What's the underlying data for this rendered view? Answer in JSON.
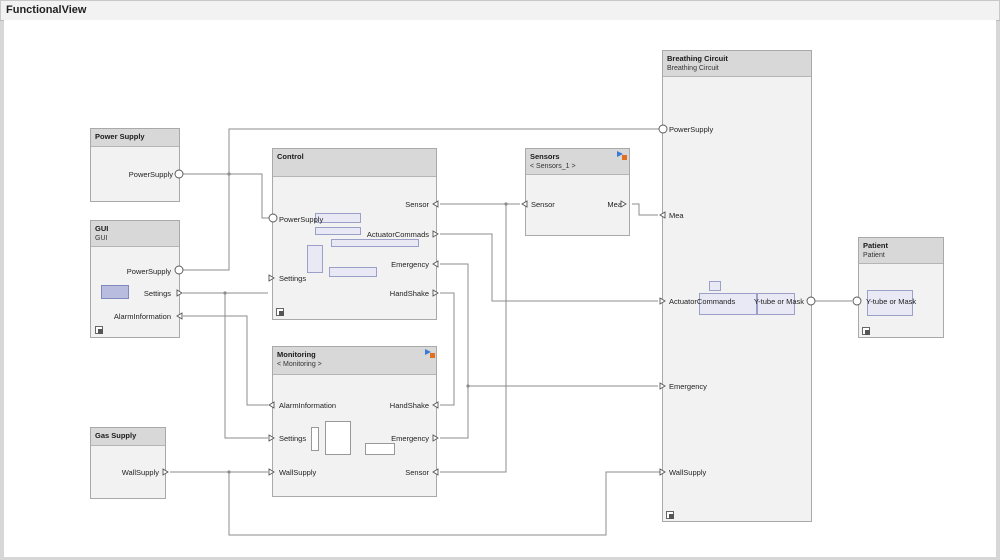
{
  "window": {
    "title": "FunctionalView"
  },
  "blocks": {
    "power_supply": {
      "name": "Power Supply",
      "ports": {
        "power": "PowerSupply"
      }
    },
    "gui": {
      "name": "GUI",
      "sub": "GUI",
      "ports": {
        "power": "PowerSupply",
        "settings": "Settings",
        "alarm": "AlarmInformation"
      }
    },
    "gas_supply": {
      "name": "Gas Supply",
      "ports": {
        "wall": "WallSupply"
      }
    },
    "control": {
      "name": "Control",
      "ports": {
        "power": "PowerSupply",
        "settings": "Settings",
        "sensor": "Sensor",
        "actuator": "ActuatorCommads",
        "emergency": "Emergency",
        "handshake": "HandShake"
      }
    },
    "monitoring": {
      "name": "Monitoring",
      "sub": "< Monitoring >",
      "ports": {
        "alarm": "AlarmInformation",
        "settings": "Settings",
        "wall": "WallSupply",
        "handshake": "HandShake",
        "emergency": "Emergency",
        "sensor": "Sensor"
      }
    },
    "sensors": {
      "name": "Sensors",
      "sub": "< Sensors_1 >",
      "ports": {
        "sensor": "Sensor",
        "mea": "Mea"
      }
    },
    "breathing": {
      "name": "Breathing Circuit",
      "sub": "Breathing Circuit",
      "ports": {
        "power": "PowerSupply",
        "mea": "Mea",
        "actuator": "ActuatorCommands",
        "ytube": "Y-tube or Mask",
        "emergency": "Emergency",
        "wall": "WallSupply"
      }
    },
    "patient": {
      "name": "Patient",
      "sub": "Patient",
      "ports": {
        "ytube": "Y-tube or Mask"
      }
    }
  },
  "icons": {
    "subsystem": "subsystem-icon",
    "reference": "model-reference-icon"
  },
  "colors": {
    "block_fill": "#f2f2f2",
    "block_header": "#d8d8d8",
    "wire": "#8c8c8c",
    "canvas": "#ffffff"
  }
}
